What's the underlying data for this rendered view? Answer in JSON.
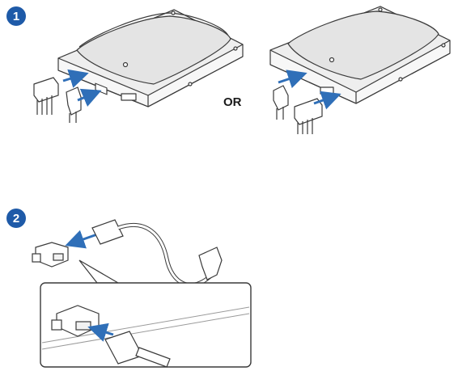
{
  "steps": [
    {
      "number": "1"
    },
    {
      "number": "2"
    }
  ],
  "or_label": "OR",
  "colors": {
    "badge": "#1e5aa8",
    "arrow": "#2f6fb8",
    "stroke": "#3a3a3a",
    "drive_fill": "#f2f2f2",
    "drive_top": "#e6e6e6"
  },
  "icons": [
    "hard-drive-icon",
    "sata-power-connector-icon",
    "sata-data-connector-icon",
    "insert-arrow-icon",
    "sata-cable-icon",
    "sata-port-icon"
  ]
}
